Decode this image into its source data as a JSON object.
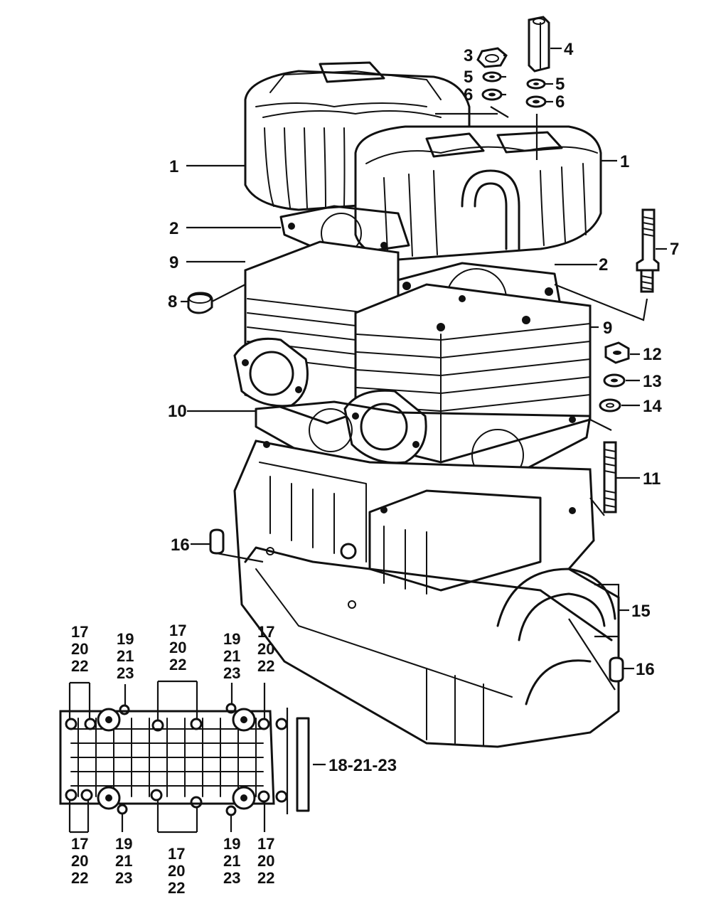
{
  "callouts": [
    {
      "id": "c1a",
      "text": "1"
    },
    {
      "id": "c1b",
      "text": "1"
    },
    {
      "id": "c2a",
      "text": "2"
    },
    {
      "id": "c2b",
      "text": "2"
    },
    {
      "id": "c3",
      "text": "3"
    },
    {
      "id": "c4",
      "text": "4"
    },
    {
      "id": "c5a",
      "text": "5"
    },
    {
      "id": "c5b",
      "text": "5"
    },
    {
      "id": "c6a",
      "text": "6"
    },
    {
      "id": "c6b",
      "text": "6"
    },
    {
      "id": "c7",
      "text": "7"
    },
    {
      "id": "c8",
      "text": "8"
    },
    {
      "id": "c9a",
      "text": "9"
    },
    {
      "id": "c9b",
      "text": "9"
    },
    {
      "id": "c10",
      "text": "10"
    },
    {
      "id": "c11",
      "text": "11"
    },
    {
      "id": "c12",
      "text": "12"
    },
    {
      "id": "c13",
      "text": "13"
    },
    {
      "id": "c14",
      "text": "14"
    },
    {
      "id": "c15",
      "text": "15"
    },
    {
      "id": "c16a",
      "text": "16"
    },
    {
      "id": "c16b",
      "text": "16"
    },
    {
      "id": "c18",
      "text": "18-21-23"
    }
  ],
  "bolt_groups": {
    "group_17_20_22": [
      "17",
      "20",
      "22"
    ],
    "group_19_21_23": [
      "19",
      "21",
      "23"
    ]
  }
}
